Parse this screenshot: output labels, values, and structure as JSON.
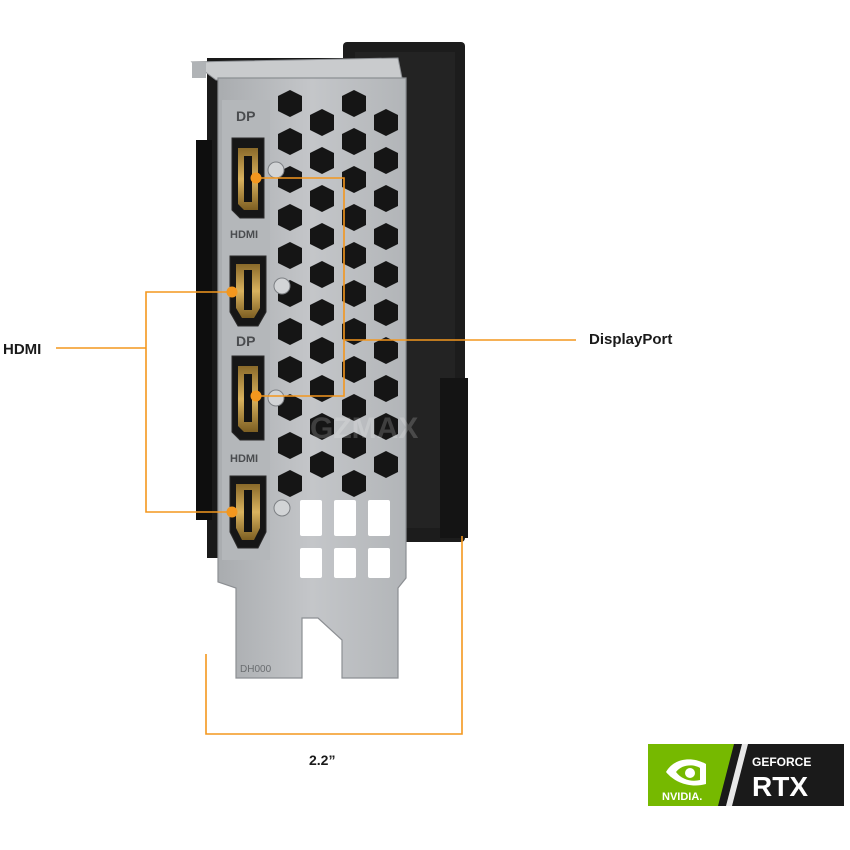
{
  "callouts": {
    "hdmi": "HDMI",
    "displayport": "DisplayPort",
    "width": "2.2”"
  },
  "bracket": {
    "port_labels": [
      "DP",
      "HDMI",
      "DP",
      "HDMI"
    ],
    "part_number": "DH000",
    "watermark": "GZMAX"
  },
  "badge": {
    "brand": "NVIDIA.",
    "line": "GEFORCE",
    "model": "RTX"
  },
  "colors": {
    "accent_orange": "#f3971e",
    "bracket_silver": "#b9bcbf",
    "card_black": "#1d1d1d",
    "nvidia_green": "#76b900"
  }
}
